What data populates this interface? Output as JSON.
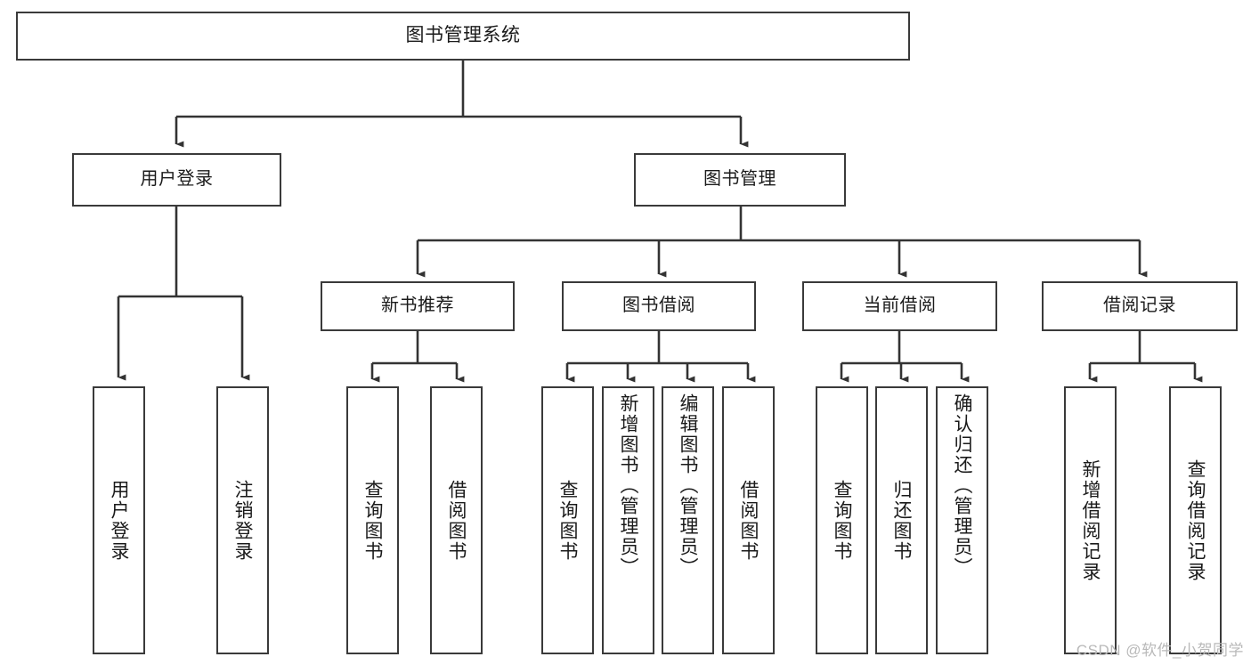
{
  "diagram": {
    "type": "tree",
    "title": "图书管理系统",
    "orientation": "top-down",
    "colors": {
      "box_border": "#3a3a3a",
      "box_fill": "#ffffff",
      "edge": "#333333",
      "text": "#1a1a1a",
      "watermark": "#b9b9b9"
    },
    "watermark": "CSDN @软件_小贺同学"
  },
  "nodes": {
    "root": {
      "label": "图书管理系统"
    },
    "level2": [
      {
        "id": "user-login",
        "label": "用户登录"
      },
      {
        "id": "book-manage",
        "label": "图书管理"
      }
    ],
    "level3": [
      {
        "id": "new-book-recommend",
        "label": "新书推荐"
      },
      {
        "id": "book-borrow",
        "label": "图书借阅"
      },
      {
        "id": "current-borrow",
        "label": "当前借阅"
      },
      {
        "id": "borrow-record",
        "label": "借阅记录"
      }
    ],
    "leaves": {
      "user_login": [
        {
          "id": "leaf-user-login",
          "label": "用户登录"
        },
        {
          "id": "leaf-logout-login",
          "label": "注销登录"
        }
      ],
      "new_book_recommend": [
        {
          "id": "leaf-query-book-1",
          "label": "查询图书"
        },
        {
          "id": "leaf-borrow-book-1",
          "label": "借阅图书"
        }
      ],
      "book_borrow": [
        {
          "id": "leaf-query-book-2",
          "label": "查询图书"
        },
        {
          "id": "leaf-add-book",
          "label": "新增图书（管理员）"
        },
        {
          "id": "leaf-edit-book",
          "label": "编辑图书（管理员）"
        },
        {
          "id": "leaf-borrow-book-2",
          "label": "借阅图书"
        }
      ],
      "current_borrow": [
        {
          "id": "leaf-query-book-3",
          "label": "查询图书"
        },
        {
          "id": "leaf-return-book",
          "label": "归还图书"
        },
        {
          "id": "leaf-confirm-return",
          "label": "确认归还（管理员）"
        }
      ],
      "borrow_record": [
        {
          "id": "leaf-add-record",
          "label": "新增借阅记录"
        },
        {
          "id": "leaf-query-record",
          "label": "查询借阅记录"
        }
      ]
    }
  }
}
